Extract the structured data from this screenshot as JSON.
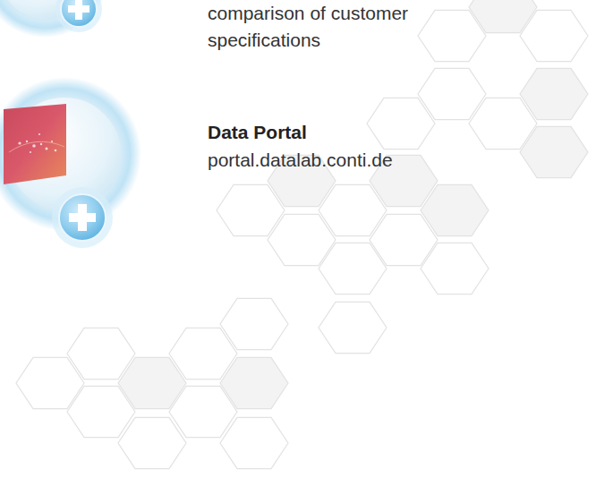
{
  "diagram": {
    "labels": [
      "comparison of customer specifications",
      "Data Portal",
      "portal.datalab.conti.de"
    ]
  }
}
